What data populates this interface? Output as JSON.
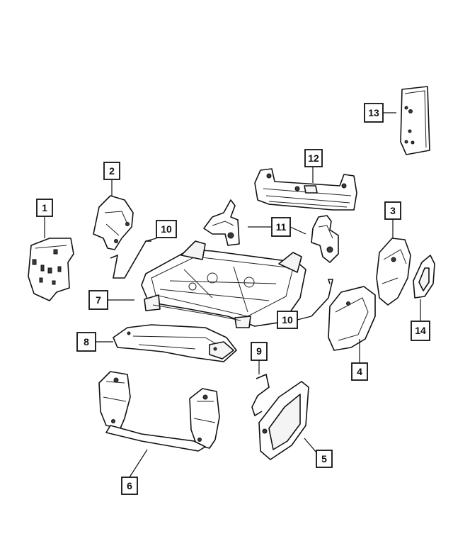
{
  "callouts": [
    {
      "id": "1",
      "label": "1"
    },
    {
      "id": "2",
      "label": "2"
    },
    {
      "id": "3",
      "label": "3"
    },
    {
      "id": "4",
      "label": "4"
    },
    {
      "id": "5",
      "label": "5"
    },
    {
      "id": "6",
      "label": "6"
    },
    {
      "id": "7",
      "label": "7"
    },
    {
      "id": "8",
      "label": "8"
    },
    {
      "id": "9",
      "label": "9"
    },
    {
      "id": "10a",
      "label": "10"
    },
    {
      "id": "10b",
      "label": "10"
    },
    {
      "id": "11",
      "label": "11"
    },
    {
      "id": "12",
      "label": "12"
    },
    {
      "id": "13",
      "label": "13"
    },
    {
      "id": "14",
      "label": "14"
    }
  ]
}
